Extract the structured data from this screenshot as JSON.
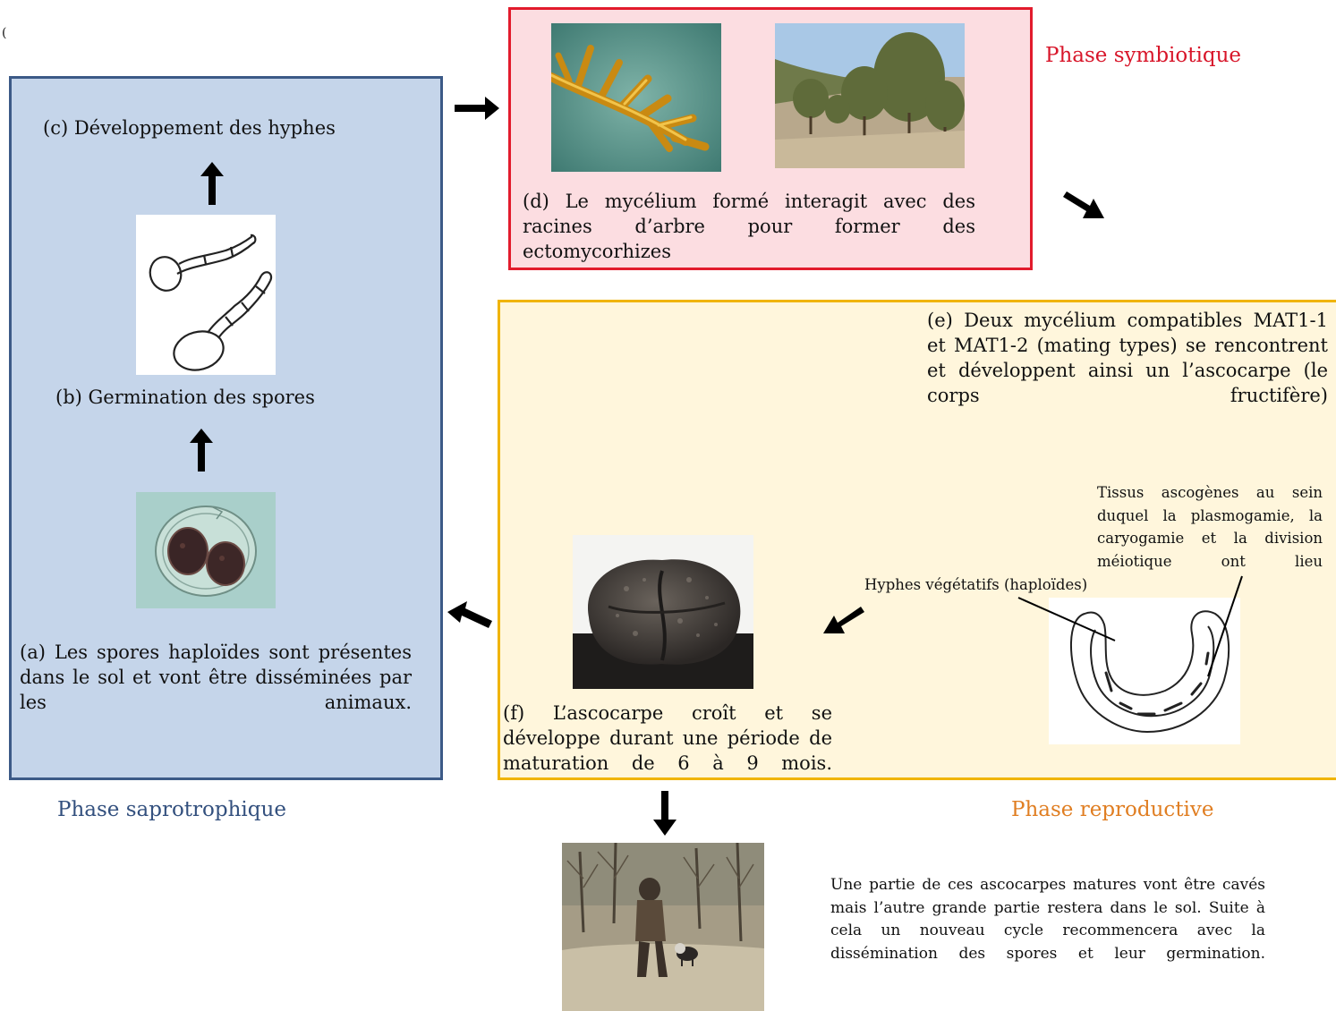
{
  "colors": {
    "saprotrophic_bg": "#c5d5ea",
    "saprotrophic_border": "#3c5a87",
    "symbiotic_bg": "#fcdde1",
    "symbiotic_border": "#e21b2c",
    "reproductive_bg": "#fff6dc",
    "reproductive_border": "#f0b400",
    "label_blue": "#33507e",
    "label_red": "#d8162a",
    "label_orange": "#e07e22"
  },
  "stray_mark": "(",
  "phases": {
    "saprotrophic": "Phase saprotrophique",
    "symbiotic": "Phase symbiotique",
    "reproductive": "Phase reproductive"
  },
  "steps": {
    "a": "(a) Les spores haploïdes sont présentes dans le sol et vont être disséminées par les animaux.",
    "b": "(b) Germination des spores",
    "c": "(c) Développement des hyphes",
    "d": "(d) Le mycélium formé interagit avec des racines d’arbre pour former des ectomycorhizes",
    "e": "(e) Deux mycélium compatibles MAT1-1 et MAT1-2 (mating types) se rencontrent et développent ainsi un l’ascocarpe (le corps fructifère)",
    "f": "(f) L’ascocarpe croît et se développe durant une période de maturation de 6 à 9 mois."
  },
  "annotations": {
    "ascogenous_tissue": "Tissus ascogènes au sein duquel la plasmogamie, la caryogamie et la division méiotique ont lieu",
    "vegetative_hyphae": "Hyphes végétatifs (haploïdes)"
  },
  "harvest_note": "Une partie de ces ascocarpes matures vont être cavés mais l’autre grande partie restera dans le sol. Suite à cela un nouveau cycle recommencera avec la dissémination des spores et leur germination."
}
